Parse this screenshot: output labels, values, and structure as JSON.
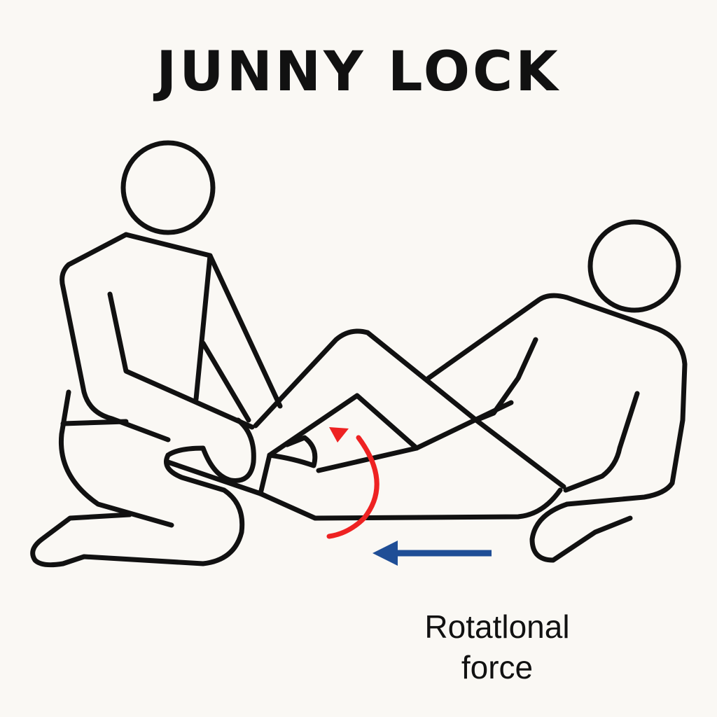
{
  "title": "JUNNY LOCK",
  "annotation": {
    "line1": "Rotatlonal",
    "line2": "force"
  },
  "colors": {
    "outline": "#111111",
    "rotation_arrow": "#ee2222",
    "push_arrow": "#1f4e96",
    "background": "#faf8f4"
  }
}
